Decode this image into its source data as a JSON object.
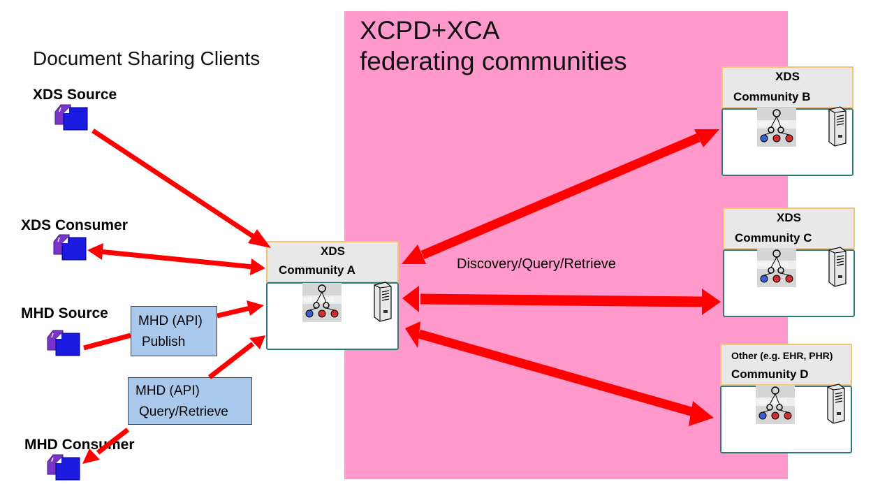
{
  "title": {
    "line1": "XCPD+XCA",
    "line2": "federating communities"
  },
  "clients_title": "Document Sharing Clients",
  "clients": {
    "xds_source": "XDS Source",
    "xds_consumer": "XDS Consumer",
    "mhd_source": "MHD Source",
    "mhd_consumer": "MHD Consumer"
  },
  "api_boxes": {
    "publish": {
      "line1": "MHD (API)",
      "line2": "Publish"
    },
    "query": {
      "line1": "MHD (API)",
      "line2": "Query/Retrieve"
    }
  },
  "communities": {
    "a": {
      "line1": "XDS",
      "line2": "Community A"
    },
    "b": {
      "line1": "XDS",
      "line2": "Community B"
    },
    "c": {
      "line1": "XDS",
      "line2": "Community C"
    },
    "d": {
      "line1": "Other (e.g. EHR, PHR)",
      "line2": "Community D"
    }
  },
  "discovery_label": "Discovery/Query/Retrieve",
  "colors": {
    "pink_region": "#ff99cc",
    "arrow": "#ff0000",
    "header_fill": "#e8e8e8",
    "header_border": "#f5c27a",
    "body_border": "#2d7a78",
    "api_box": "#a9c9ec"
  },
  "icons": {
    "client": "folder-document-icon",
    "registry": "registry-network-icon",
    "server": "server-tower-icon"
  }
}
